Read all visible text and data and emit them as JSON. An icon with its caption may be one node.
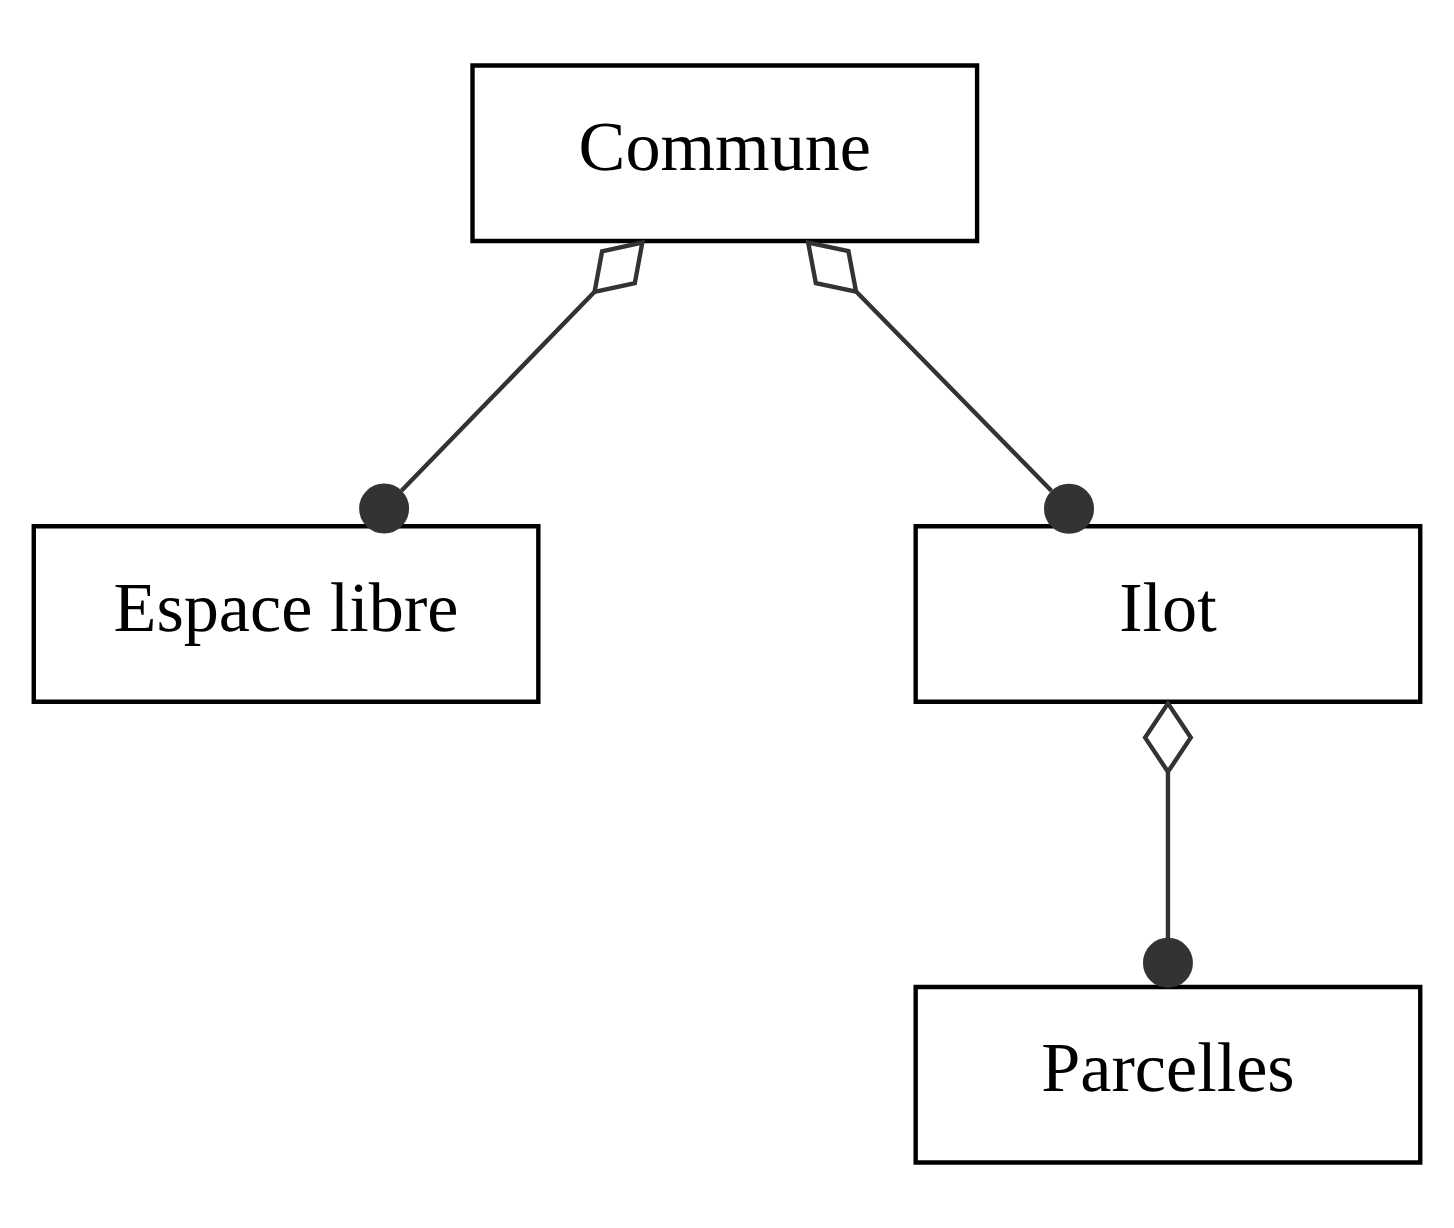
{
  "diagram": {
    "nodes": [
      {
        "text": [
          "Commune"
        ]
      },
      {
        "text": [
          "Espace libre"
        ]
      },
      {
        "text": [
          "Ilot"
        ]
      },
      {
        "text": [
          "Parcelles"
        ]
      }
    ],
    "edges": [
      {
        "from": 0,
        "to": 1,
        "arrow": "other"
      },
      {
        "from": 0,
        "to": 2,
        "arrow": "other"
      },
      {
        "from": 2,
        "to": 3,
        "arrow": "other"
      }
    ]
  }
}
